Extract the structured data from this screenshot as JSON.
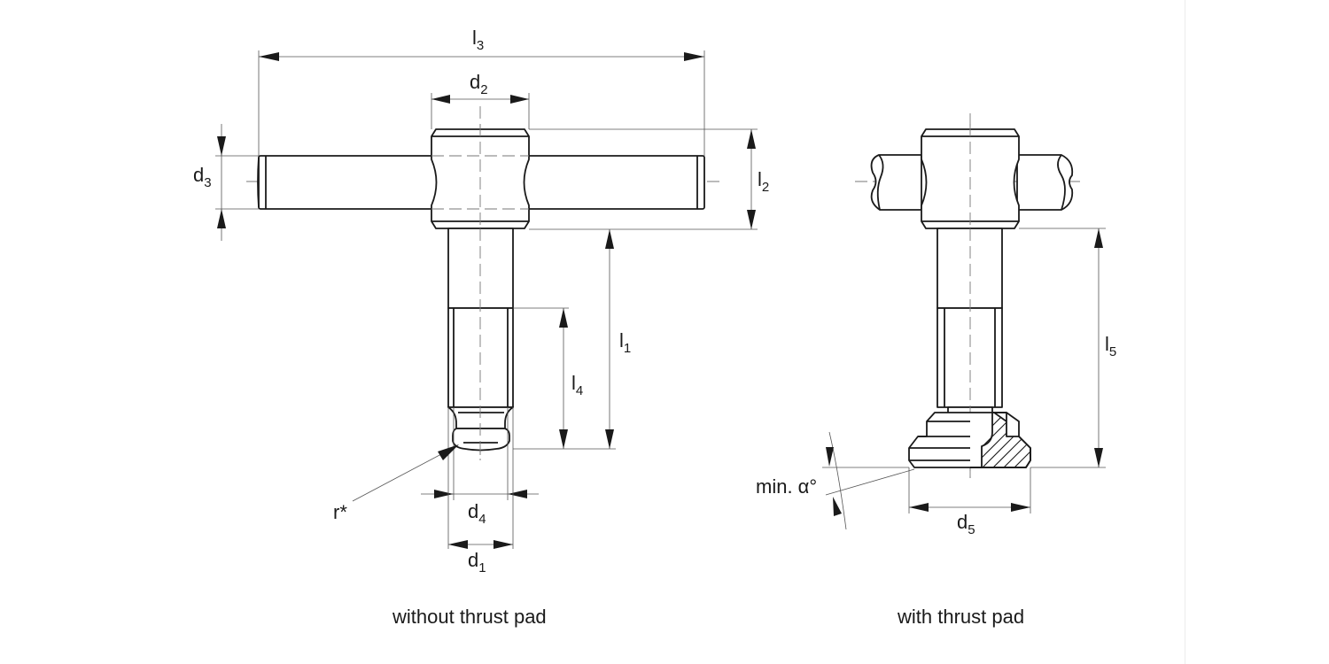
{
  "figure": {
    "views": [
      {
        "id": "without-pad",
        "caption": "without thrust pad",
        "dimensions": {
          "l3": {
            "base": "l",
            "sub": "3"
          },
          "d2": {
            "base": "d",
            "sub": "2"
          },
          "d3": {
            "base": "d",
            "sub": "3"
          },
          "l2": {
            "base": "l",
            "sub": "2"
          },
          "l1": {
            "base": "l",
            "sub": "1"
          },
          "l4": {
            "base": "l",
            "sub": "4"
          },
          "d4": {
            "base": "d",
            "sub": "4"
          },
          "d1": {
            "base": "d",
            "sub": "1"
          },
          "r": "r*"
        }
      },
      {
        "id": "with-pad",
        "caption": "with thrust pad",
        "dimensions": {
          "l5": {
            "base": "l",
            "sub": "5"
          },
          "d5": {
            "base": "d",
            "sub": "5"
          },
          "alpha": "min. α°"
        }
      }
    ],
    "colors": {
      "line": "#1a1a1a",
      "dim": "#555555",
      "background": "#ffffff"
    }
  }
}
